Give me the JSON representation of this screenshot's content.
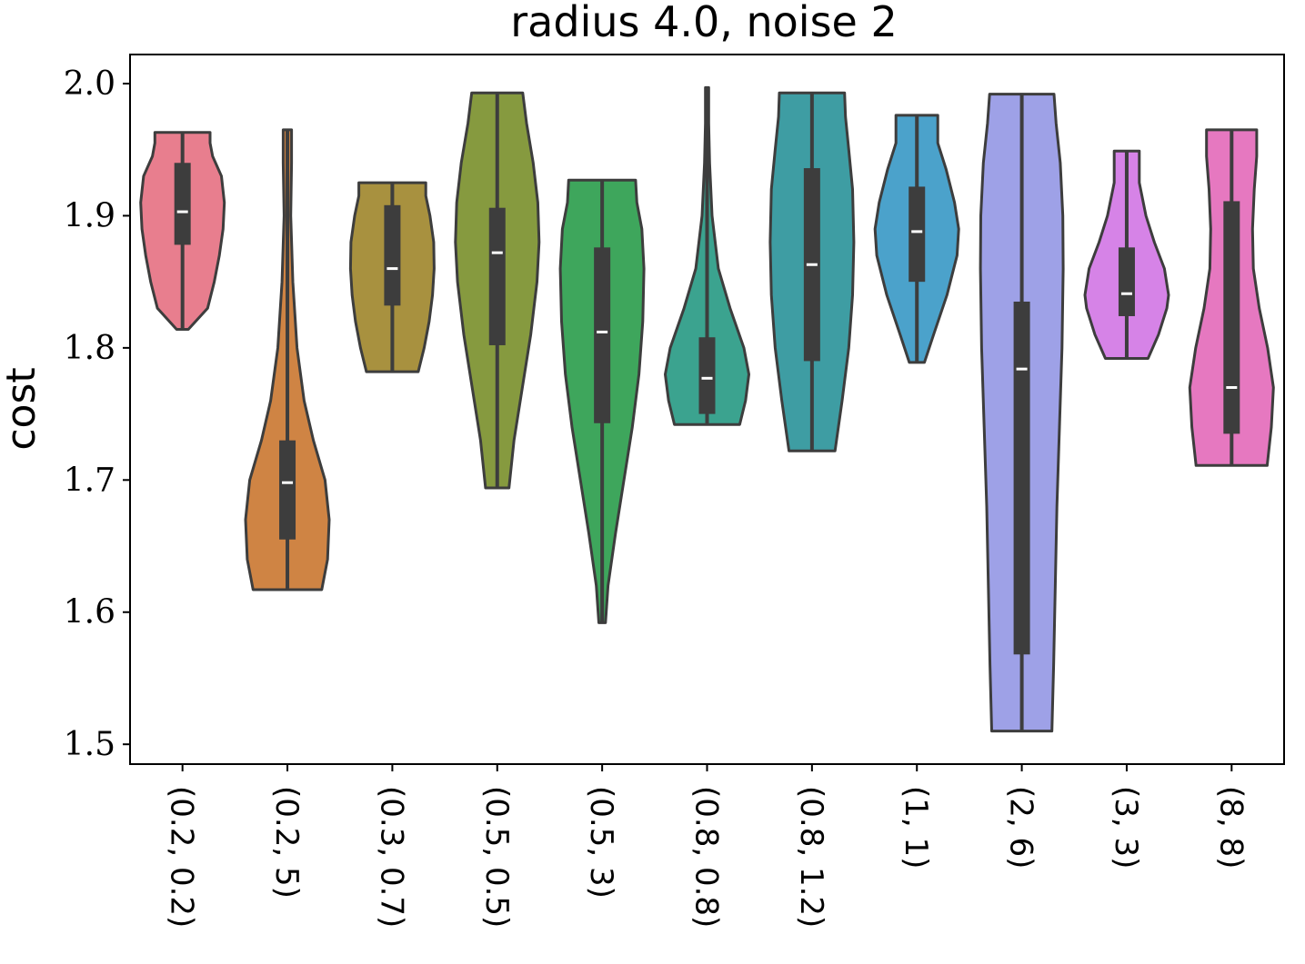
{
  "chart_data": {
    "type": "violin",
    "title": "radius 4.0, noise 2",
    "xlabel": "",
    "ylabel": "cost",
    "ylim": [
      1.485,
      2.022
    ],
    "yticks": [
      "1.5",
      "1.6",
      "1.7",
      "1.8",
      "1.9",
      "2.0"
    ],
    "grid": false,
    "categories": [
      "(0.2, 0.2)",
      "(0.2, 5)",
      "(0.3, 0.7)",
      "(0.5, 0.5)",
      "(0.5, 3)",
      "(0.8, 0.8)",
      "(0.8, 1.2)",
      "(1, 1)",
      "(2, 6)",
      "(3, 3)",
      "(8, 8)"
    ],
    "colors": [
      "#e87e8e",
      "#cf8444",
      "#a8913f",
      "#869a3f",
      "#3ea65c",
      "#3ba38f",
      "#3e9da3",
      "#4ba2cb",
      "#9ea1e7",
      "#d683e7",
      "#e678c0"
    ],
    "series": [
      {
        "min": 1.814,
        "q1": 1.878,
        "median": 1.903,
        "q3": 1.94,
        "max": 1.963,
        "density": [
          [
            1.814,
            0.14
          ],
          [
            1.83,
            0.6
          ],
          [
            1.85,
            0.76
          ],
          [
            1.87,
            0.88
          ],
          [
            1.89,
            0.97
          ],
          [
            1.91,
            1.0
          ],
          [
            1.93,
            0.93
          ],
          [
            1.945,
            0.72
          ],
          [
            1.955,
            0.66
          ],
          [
            1.963,
            0.66
          ]
        ]
      },
      {
        "min": 1.617,
        "q1": 1.655,
        "median": 1.698,
        "q3": 1.73,
        "max": 1.965,
        "density": [
          [
            1.617,
            0.82
          ],
          [
            1.64,
            0.96
          ],
          [
            1.67,
            1.0
          ],
          [
            1.7,
            0.9
          ],
          [
            1.73,
            0.62
          ],
          [
            1.76,
            0.4
          ],
          [
            1.8,
            0.23
          ],
          [
            1.85,
            0.13
          ],
          [
            1.9,
            0.08
          ],
          [
            1.94,
            0.1
          ],
          [
            1.965,
            0.1
          ]
        ]
      },
      {
        "min": 1.782,
        "q1": 1.832,
        "median": 1.86,
        "q3": 1.908,
        "max": 1.925,
        "density": [
          [
            1.782,
            0.62
          ],
          [
            1.8,
            0.76
          ],
          [
            1.82,
            0.88
          ],
          [
            1.84,
            0.96
          ],
          [
            1.86,
            1.0
          ],
          [
            1.88,
            0.99
          ],
          [
            1.9,
            0.9
          ],
          [
            1.915,
            0.8
          ],
          [
            1.925,
            0.8
          ]
        ]
      },
      {
        "min": 1.694,
        "q1": 1.802,
        "median": 1.872,
        "q3": 1.906,
        "max": 1.993,
        "density": [
          [
            1.694,
            0.28
          ],
          [
            1.73,
            0.4
          ],
          [
            1.77,
            0.6
          ],
          [
            1.81,
            0.8
          ],
          [
            1.85,
            0.95
          ],
          [
            1.88,
            1.0
          ],
          [
            1.91,
            0.97
          ],
          [
            1.94,
            0.86
          ],
          [
            1.97,
            0.7
          ],
          [
            1.993,
            0.61
          ]
        ]
      },
      {
        "min": 1.592,
        "q1": 1.743,
        "median": 1.812,
        "q3": 1.876,
        "max": 1.927,
        "density": [
          [
            1.592,
            0.08
          ],
          [
            1.62,
            0.14
          ],
          [
            1.66,
            0.32
          ],
          [
            1.7,
            0.52
          ],
          [
            1.74,
            0.72
          ],
          [
            1.78,
            0.88
          ],
          [
            1.82,
            0.97
          ],
          [
            1.86,
            1.0
          ],
          [
            1.89,
            0.95
          ],
          [
            1.91,
            0.83
          ],
          [
            1.927,
            0.8
          ]
        ]
      },
      {
        "min": 1.742,
        "q1": 1.75,
        "median": 1.777,
        "q3": 1.808,
        "max": 1.997,
        "density": [
          [
            1.742,
            0.78
          ],
          [
            1.76,
            0.92
          ],
          [
            1.78,
            1.0
          ],
          [
            1.8,
            0.88
          ],
          [
            1.83,
            0.55
          ],
          [
            1.86,
            0.27
          ],
          [
            1.9,
            0.12
          ],
          [
            1.94,
            0.06
          ],
          [
            1.97,
            0.04
          ],
          [
            1.997,
            0.04
          ]
        ]
      },
      {
        "min": 1.722,
        "q1": 1.79,
        "median": 1.863,
        "q3": 1.936,
        "max": 1.993,
        "density": [
          [
            1.722,
            0.55
          ],
          [
            1.76,
            0.72
          ],
          [
            1.8,
            0.88
          ],
          [
            1.84,
            0.97
          ],
          [
            1.88,
            1.0
          ],
          [
            1.92,
            0.97
          ],
          [
            1.95,
            0.88
          ],
          [
            1.975,
            0.8
          ],
          [
            1.993,
            0.78
          ]
        ]
      },
      {
        "min": 1.789,
        "q1": 1.85,
        "median": 1.888,
        "q3": 1.922,
        "max": 1.976,
        "density": [
          [
            1.789,
            0.18
          ],
          [
            1.81,
            0.4
          ],
          [
            1.84,
            0.72
          ],
          [
            1.87,
            0.96
          ],
          [
            1.89,
            1.0
          ],
          [
            1.91,
            0.9
          ],
          [
            1.935,
            0.7
          ],
          [
            1.955,
            0.5
          ],
          [
            1.976,
            0.5
          ]
        ]
      },
      {
        "min": 1.51,
        "q1": 1.568,
        "median": 1.784,
        "q3": 1.835,
        "max": 1.992,
        "density": [
          [
            1.51,
            0.72
          ],
          [
            1.56,
            0.76
          ],
          [
            1.62,
            0.8
          ],
          [
            1.68,
            0.84
          ],
          [
            1.74,
            0.9
          ],
          [
            1.8,
            0.96
          ],
          [
            1.86,
            0.99
          ],
          [
            1.9,
            0.98
          ],
          [
            1.94,
            0.92
          ],
          [
            1.97,
            0.82
          ],
          [
            1.992,
            0.77
          ]
        ]
      },
      {
        "min": 1.792,
        "q1": 1.824,
        "median": 1.841,
        "q3": 1.876,
        "max": 1.949,
        "density": [
          [
            1.792,
            0.51
          ],
          [
            1.81,
            0.76
          ],
          [
            1.83,
            0.96
          ],
          [
            1.84,
            1.0
          ],
          [
            1.86,
            0.9
          ],
          [
            1.88,
            0.66
          ],
          [
            1.9,
            0.46
          ],
          [
            1.925,
            0.3
          ],
          [
            1.949,
            0.3
          ]
        ]
      },
      {
        "min": 1.711,
        "q1": 1.735,
        "median": 1.77,
        "q3": 1.911,
        "max": 1.965,
        "density": [
          [
            1.711,
            0.85
          ],
          [
            1.74,
            0.95
          ],
          [
            1.77,
            1.0
          ],
          [
            1.8,
            0.86
          ],
          [
            1.83,
            0.66
          ],
          [
            1.86,
            0.52
          ],
          [
            1.89,
            0.5
          ],
          [
            1.92,
            0.54
          ],
          [
            1.945,
            0.6
          ],
          [
            1.965,
            0.6
          ]
        ]
      }
    ]
  }
}
